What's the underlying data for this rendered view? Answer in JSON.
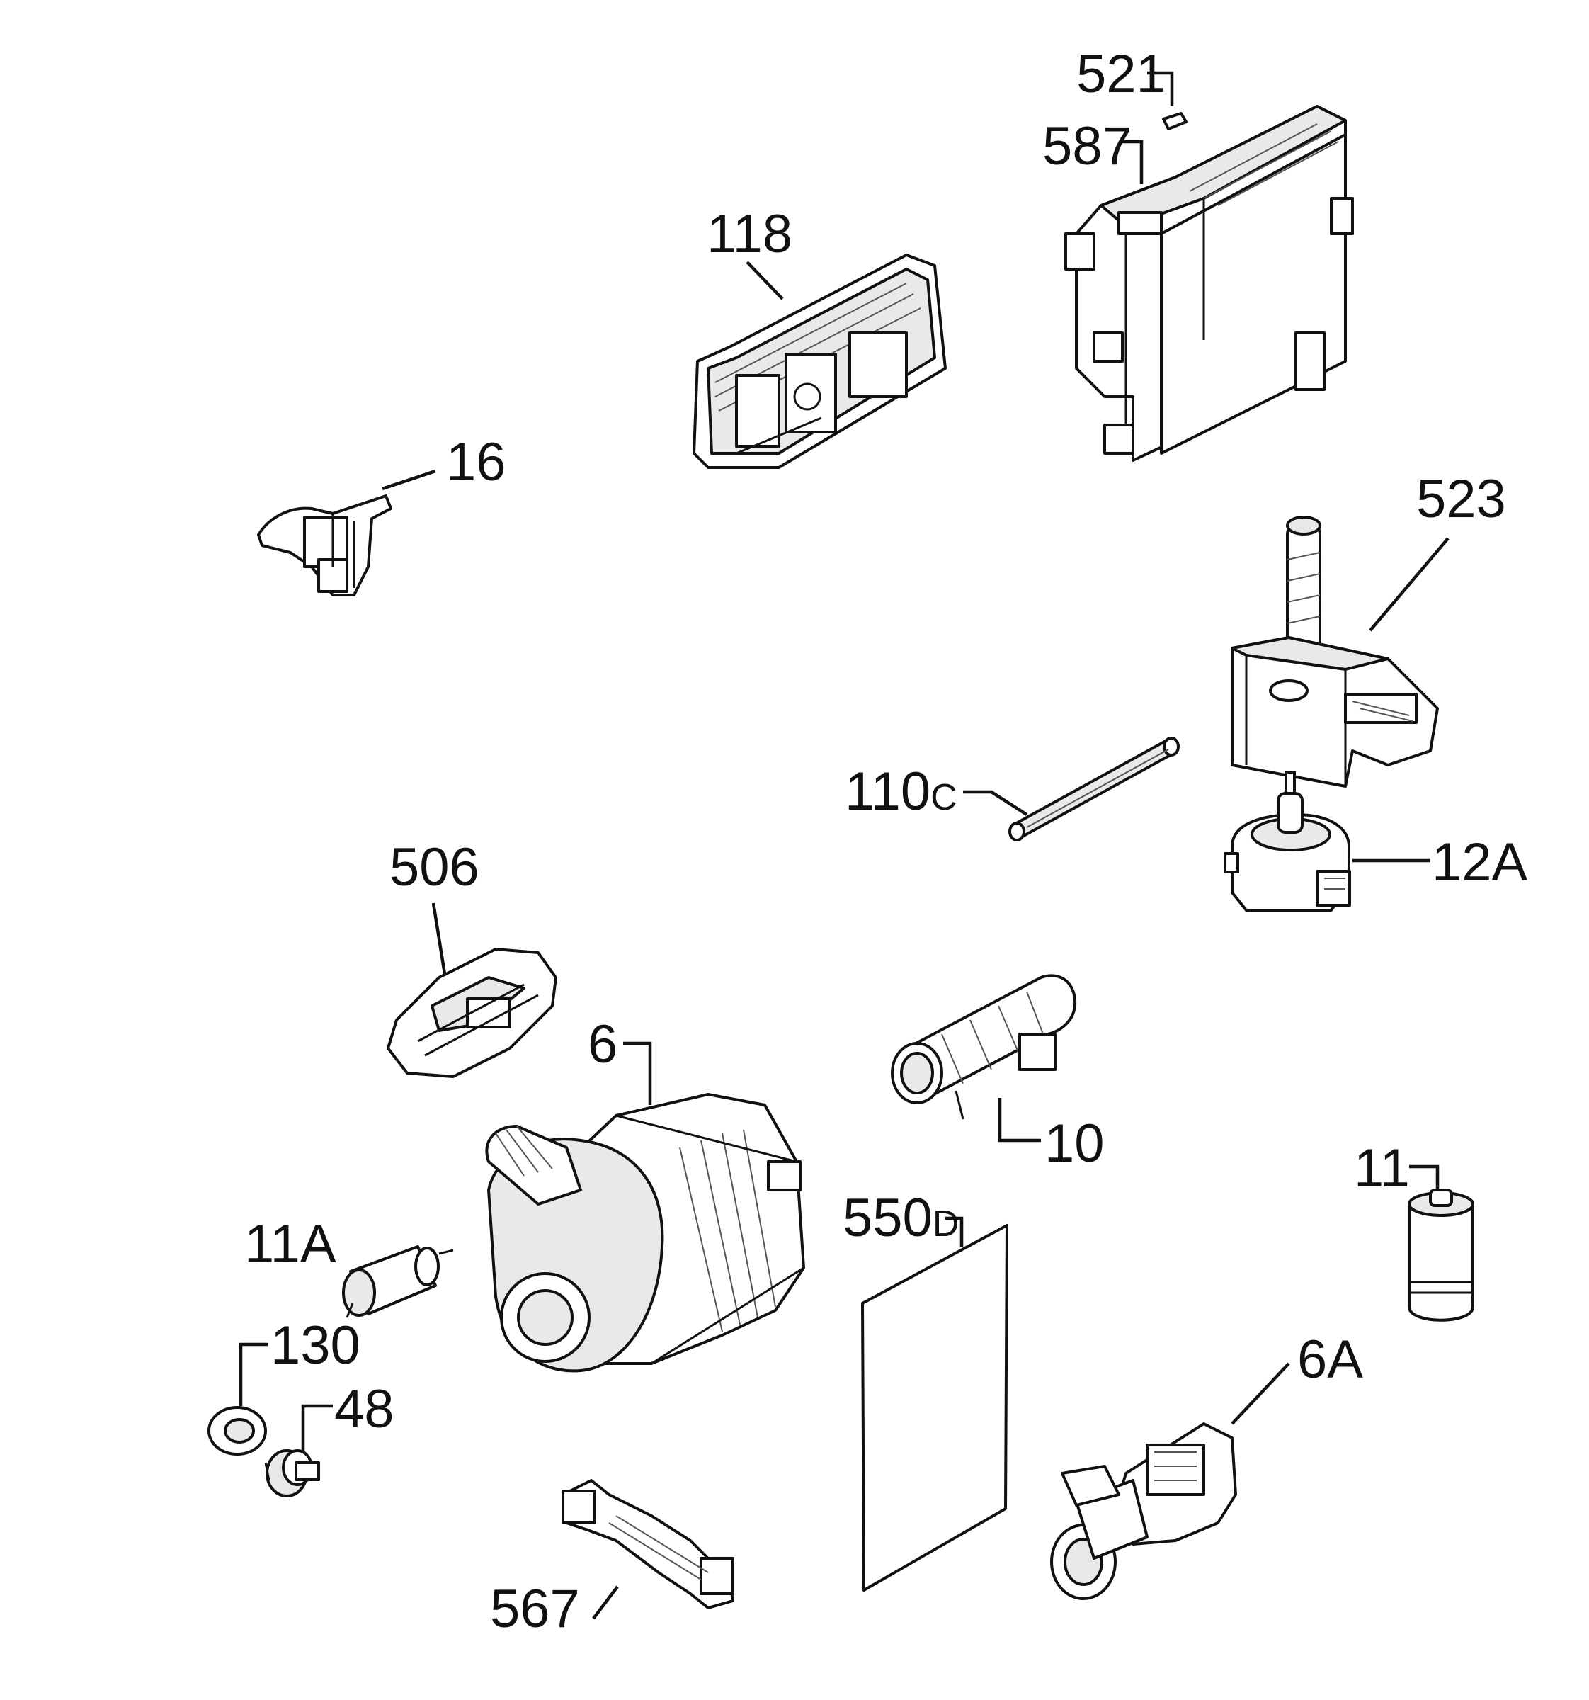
{
  "labels": {
    "p521": "521",
    "p587": "587",
    "p118": "118",
    "p16": "16",
    "p523": "523",
    "p110c_num": "110",
    "p110c_suffix": "C",
    "p12a": "12A",
    "p506": "506",
    "p6": "6",
    "p10": "10",
    "p11": "11",
    "p550d_num": "550",
    "p550d_suffix": "D",
    "p11a": "11A",
    "p130": "130",
    "p48": "48",
    "p6a": "6A",
    "p567": "567"
  }
}
